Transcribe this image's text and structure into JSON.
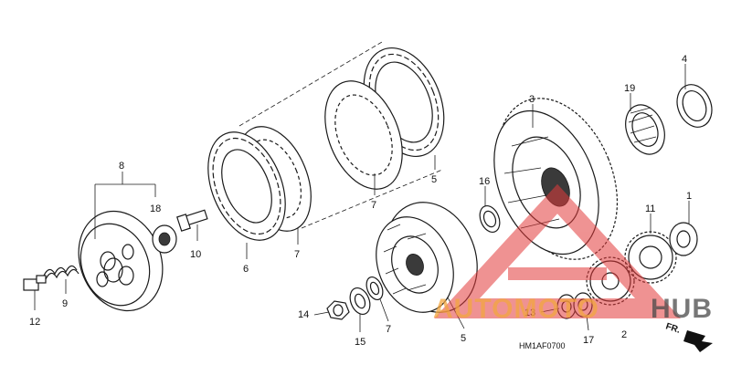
{
  "diagram": {
    "part_labels": {
      "p1": "1",
      "p2": "2",
      "p3": "3",
      "p4": "4",
      "p5a": "5",
      "p5b": "5",
      "p6": "6",
      "p7a": "7",
      "p7b": "7",
      "p7c": "7",
      "p8": "8",
      "p9": "9",
      "p10": "10",
      "p11": "11",
      "p12": "12",
      "p13": "13",
      "p14": "14",
      "p15": "15",
      "p16": "16",
      "p17": "17",
      "p18": "18",
      "p19": "19"
    },
    "drawing_code": "HM1AF0700",
    "direction_label": "FR."
  },
  "watermark": {
    "text_a": "AUTOMOTO",
    "text_b": "HUB",
    "color_red": "#e23a3a",
    "color_orange": "#f2a640",
    "color_dark": "#4a4a4a"
  }
}
